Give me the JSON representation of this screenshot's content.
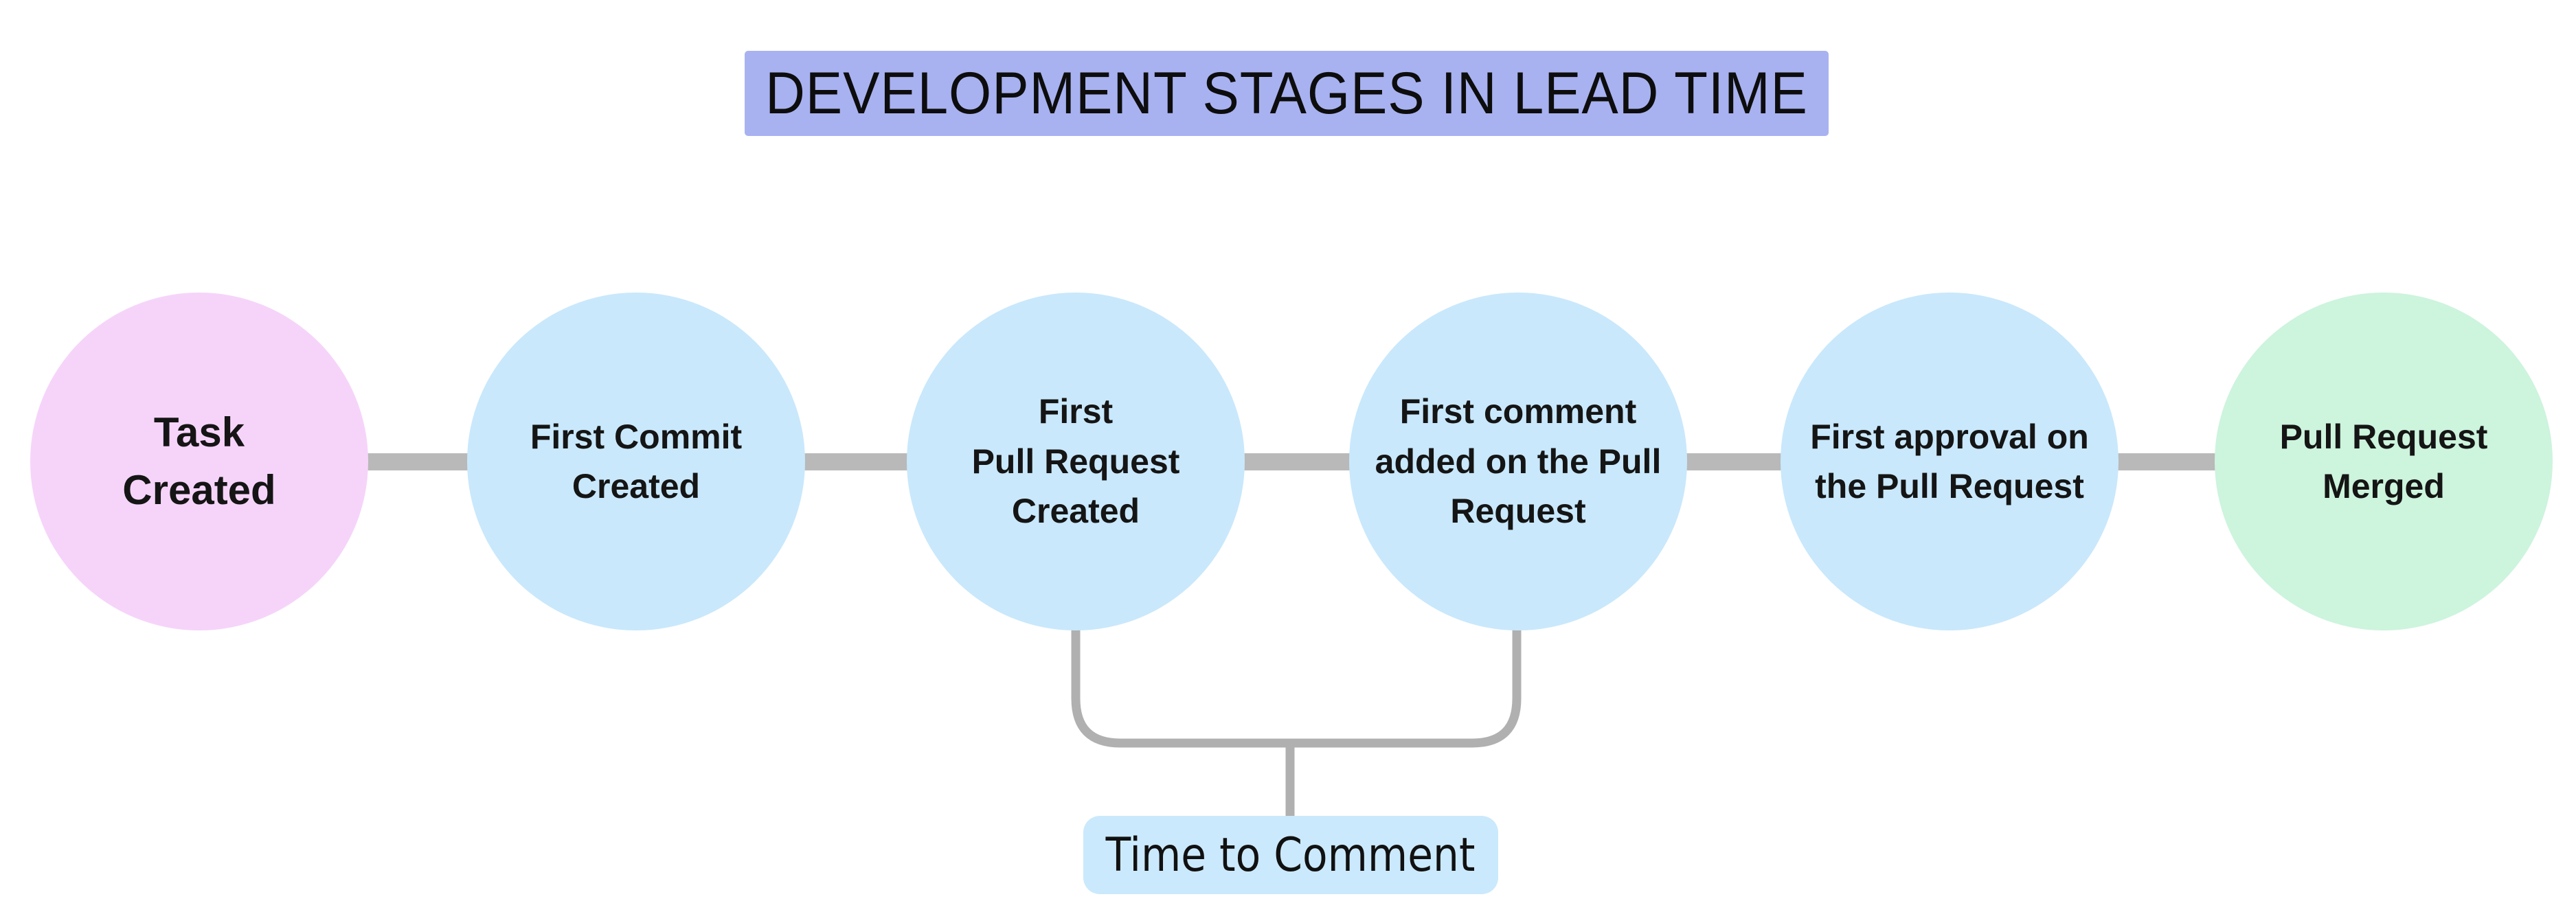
{
  "title": {
    "text": "DEVELOPMENT STAGES IN LEAD TIME"
  },
  "stages": [
    {
      "id": "task-created",
      "lines": [
        "Task",
        "Created"
      ],
      "color": "#f6d4fa",
      "role": "start"
    },
    {
      "id": "first-commit-created",
      "lines": [
        "First Commit",
        "Created"
      ],
      "color": "#c9e8fc",
      "role": "stage"
    },
    {
      "id": "first-pull-request-created",
      "lines": [
        "First",
        "Pull Request",
        "Created"
      ],
      "color": "#c9e8fc",
      "role": "stage"
    },
    {
      "id": "first-comment-added",
      "lines": [
        "First comment",
        "added on the Pull",
        "Request"
      ],
      "color": "#c9e8fc",
      "role": "stage"
    },
    {
      "id": "first-approval",
      "lines": [
        "First approval on",
        "the Pull Request"
      ],
      "color": "#c9e8fc",
      "role": "stage"
    },
    {
      "id": "pull-request-merged",
      "lines": [
        "Pull Request",
        "Merged"
      ],
      "color": "#cdf4dd",
      "role": "end"
    }
  ],
  "annotation": {
    "label": "Time to Comment",
    "spans": [
      "first-pull-request-created",
      "first-comment-added"
    ]
  },
  "colors": {
    "canvas_bg": "#ffffff",
    "title_bg": "#a8b2f1",
    "connector": "#b9b9b9",
    "bracket": "#b0b0b0",
    "annotation_bg": "#cbe9fc",
    "text": "#151515"
  }
}
